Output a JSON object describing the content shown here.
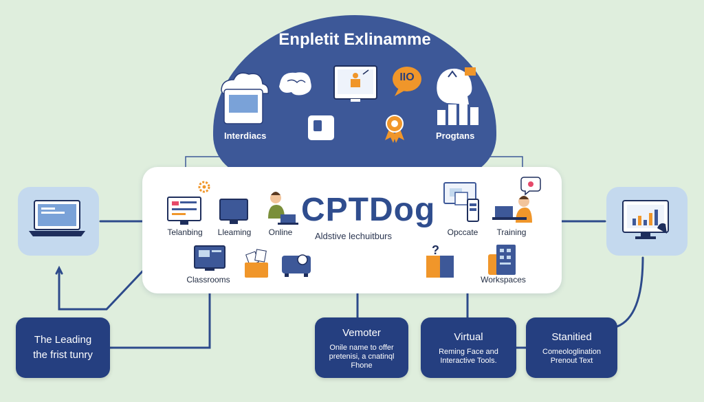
{
  "header": {
    "title": "Enpletit Exlinamme"
  },
  "cloud_labels": {
    "left": "Interdiacs",
    "right": "Progtans",
    "badge": "IIO"
  },
  "center": {
    "brand": "CPTDog",
    "subtitle": "Aldstive lechuitburs"
  },
  "items": {
    "telanbing": "Telanbing",
    "learning": "Lleaming",
    "online": "Online",
    "classrooms": "Classrooms",
    "opccate": "Opccate",
    "training": "Training",
    "workspaces": "Workspaces"
  },
  "boxes": [
    {
      "title": "The Leading",
      "text": "the frist tunry"
    },
    {
      "title": "Vemoter",
      "text": "Onile name to offer pretenisi, a cnatinql Fhone"
    },
    {
      "title": "Virtual",
      "text": "Reming Face and Interactive Tools."
    },
    {
      "title": "Stanitied",
      "text": "Comeologlination Prenout Text"
    }
  ],
  "colors": {
    "navy": "#253f80",
    "cloud": "#3d5898",
    "accent_orange": "#f0962a",
    "background": "#dfeedd"
  }
}
